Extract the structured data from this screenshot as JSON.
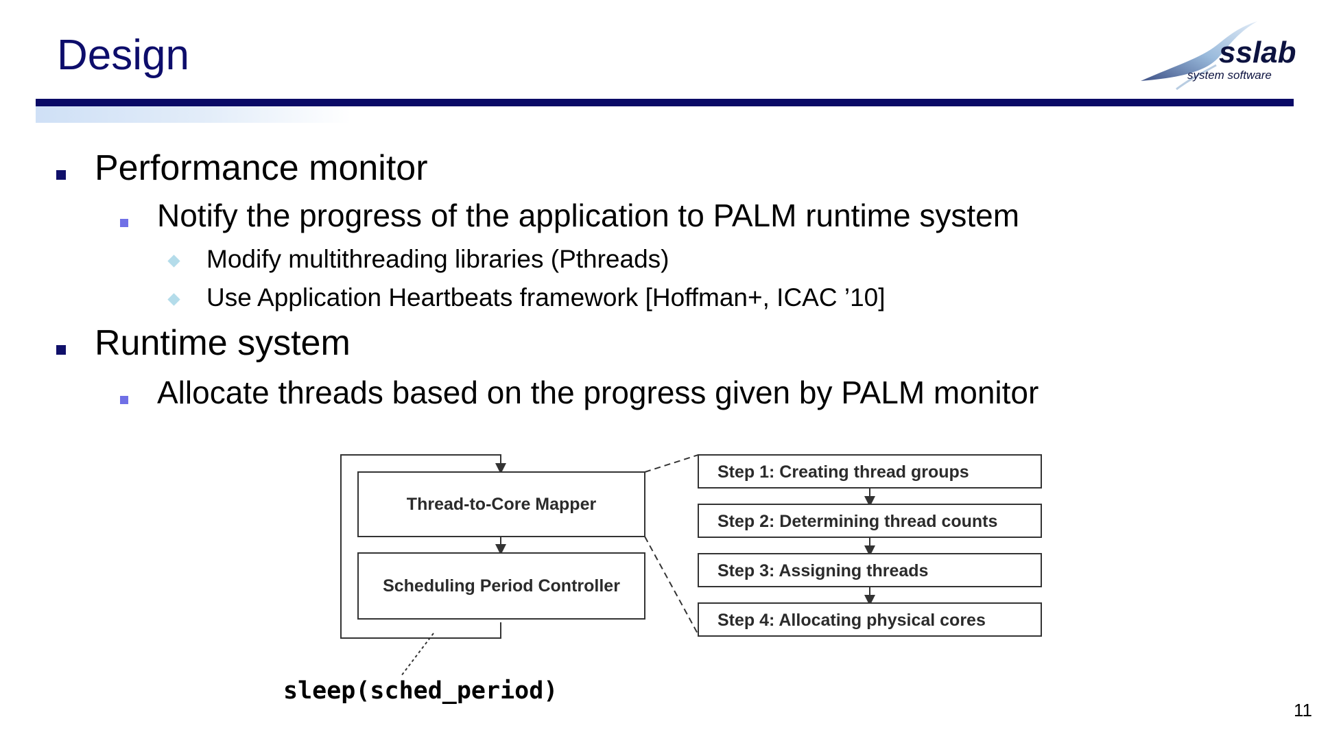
{
  "slide": {
    "title": "Design",
    "page_number": "11"
  },
  "logo": {
    "name": "sslab",
    "tagline": "system software"
  },
  "bullets": [
    {
      "text": "Performance monitor",
      "children": [
        {
          "text": "Notify the progress of the application to PALM runtime system",
          "children": [
            {
              "text": "Modify multithreading libraries (Pthreads)"
            },
            {
              "text": "Use Application Heartbeats framework [Hoffman+, ICAC ’10]"
            }
          ]
        }
      ]
    },
    {
      "text": "Runtime system",
      "children": [
        {
          "text": "Allocate threads based on the progress given by PALM monitor"
        }
      ]
    }
  ],
  "diagram": {
    "mapper": "Thread-to-Core Mapper",
    "controller": "Scheduling Period Controller",
    "steps": [
      "Step 1: Creating thread groups",
      "Step 2: Determining thread counts",
      "Step 3: Assigning threads",
      "Step 4: Allocating physical cores"
    ],
    "sleep_label": "sleep(sched_period)"
  },
  "colors": {
    "title": "#0d0d6b",
    "rule": "#0a0a66",
    "bullet_l1": "#10106a",
    "bullet_l2": "#7070e6",
    "bullet_l3": "#b4dcea"
  }
}
